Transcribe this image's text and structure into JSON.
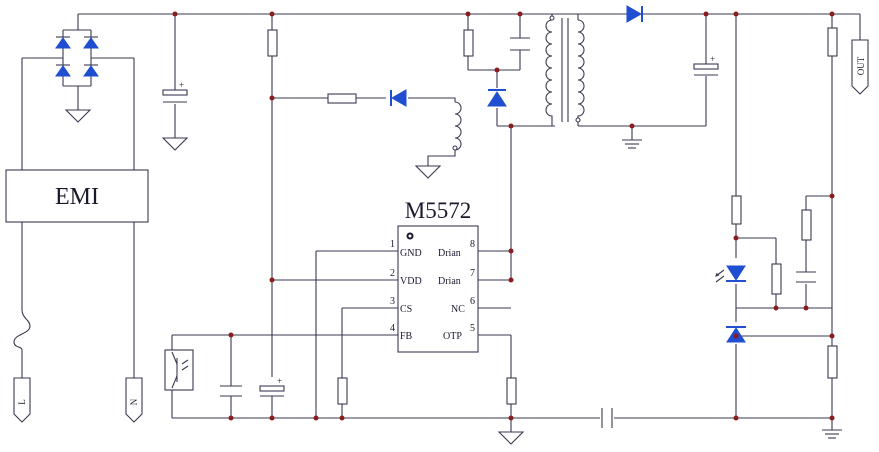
{
  "ic": {
    "name": "M5572",
    "left_pins": [
      {
        "num": "1",
        "label": "GND"
      },
      {
        "num": "2",
        "label": "VDD"
      },
      {
        "num": "3",
        "label": "CS"
      },
      {
        "num": "4",
        "label": "FB"
      }
    ],
    "right_pins": [
      {
        "num": "8",
        "label": "Drian"
      },
      {
        "num": "7",
        "label": "Drian"
      },
      {
        "num": "6",
        "label": "NC"
      },
      {
        "num": "5",
        "label": "OTP"
      }
    ]
  },
  "blocks": {
    "emi": "EMI"
  },
  "terminals": {
    "line": "L",
    "neutral": "N",
    "output": "OUT"
  },
  "polarity": "+",
  "colors": {
    "wire": "#3a3a52",
    "diode": "#1f4fd0",
    "junction": "#8a1c1c"
  }
}
